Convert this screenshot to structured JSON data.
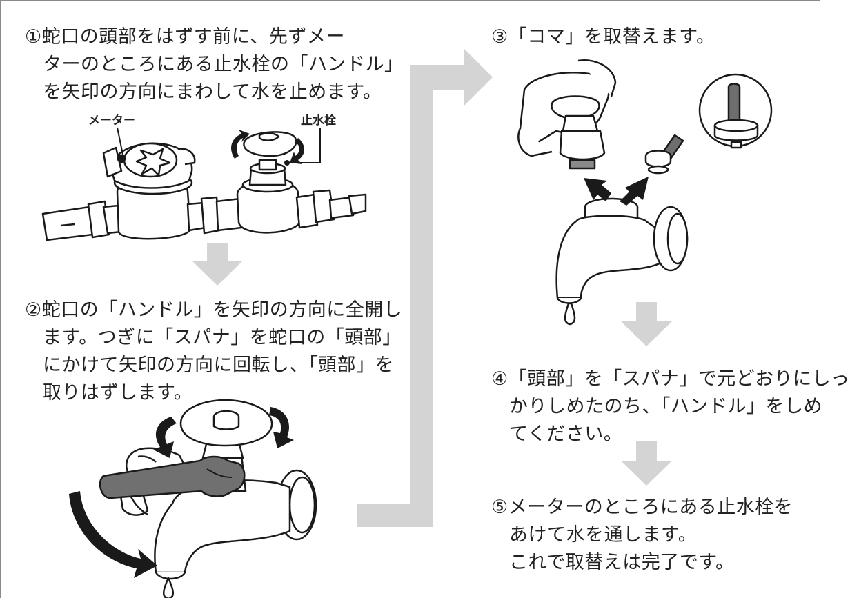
{
  "steps": {
    "step1": {
      "lines": [
        "①蛇口の頭部をはずす前に、先ずメー",
        "ターのところにある止水栓の「ハンドル」",
        "を矢印の方向にまわして水を止めます。"
      ]
    },
    "step2": {
      "lines": [
        "②蛇口の「ハンドル」を矢印の方向に全開し",
        "ます。つぎに「スパナ」を蛇口の「頭部」",
        "にかけて矢印の方向に回転し、「頭部」を",
        "取りはずします。"
      ]
    },
    "step3": {
      "lines": [
        "③「コマ」を取替えます。"
      ]
    },
    "step4": {
      "lines": [
        "④「頭部」を「スパナ」で元どおりにしっ",
        "かりしめたのち、「ハンドル」をしめ",
        "てください。"
      ]
    },
    "step5": {
      "lines": [
        "⑤メーターのところにある止水栓を",
        "あけて水を通します。",
        "これで取替えは完了です。"
      ]
    }
  },
  "labels": {
    "meter": "メーター",
    "stop_valve": "止水栓"
  },
  "colors": {
    "arrow_gray": "#d4d4d4",
    "line": "#1a1a1a",
    "frame": "#8a8a8a"
  }
}
